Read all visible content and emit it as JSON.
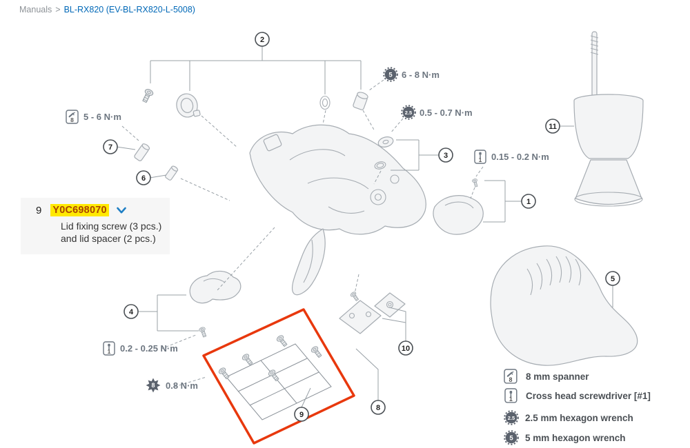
{
  "breadcrumb": {
    "root": "Manuals",
    "separator": ">",
    "current": "BL-RX820 (EV-BL-RX820-L-5008)"
  },
  "selected_part": {
    "number": "9",
    "code": "Y0C698070",
    "description": "Lid fixing screw (3 pcs.) and lid spacer (2 pcs.)"
  },
  "diagram": {
    "callouts": [
      {
        "number": "2"
      },
      {
        "number": "7"
      },
      {
        "number": "6"
      },
      {
        "number": "3"
      },
      {
        "number": "1"
      },
      {
        "number": "11"
      },
      {
        "number": "4"
      },
      {
        "number": "9"
      },
      {
        "number": "8"
      },
      {
        "number": "10"
      },
      {
        "number": "5"
      }
    ],
    "torques": [
      {
        "label": "5 - 6 N·m",
        "tool": "8-mm-spanner",
        "badge": "8"
      },
      {
        "label": "6 - 8 N·m",
        "tool": "5-mm-hexagon-wrench",
        "badge": "5"
      },
      {
        "label": "0.5 - 0.7 N·m",
        "tool": "2.5-mm-hexagon-wrench",
        "badge": "2.5"
      },
      {
        "label": "0.15 - 0.2 N·m",
        "tool": "cross-head-screwdriver",
        "badge": "1"
      },
      {
        "label": "0.2 - 0.25 N·m",
        "tool": "cross-head-screwdriver",
        "badge": "1"
      },
      {
        "label": "0.8 N·m",
        "tool": "torx-wrench",
        "badge": "8"
      }
    ]
  },
  "legend": {
    "items": [
      {
        "icon": "spanner-icon",
        "badge": "8",
        "label": "8 mm spanner"
      },
      {
        "icon": "screwdriver-icon",
        "badge": "1",
        "label": "Cross head screwdriver [#1]"
      },
      {
        "icon": "hex-wrench-icon",
        "badge": "2.5",
        "label": "2.5 mm hexagon wrench"
      },
      {
        "icon": "hex-wrench-icon",
        "badge": "5",
        "label": "5 mm hexagon wrench"
      }
    ]
  },
  "colors": {
    "link": "#0068b7",
    "highlight": "#ffe900",
    "part_code": "#a94400",
    "red_box": "#e8380d"
  }
}
